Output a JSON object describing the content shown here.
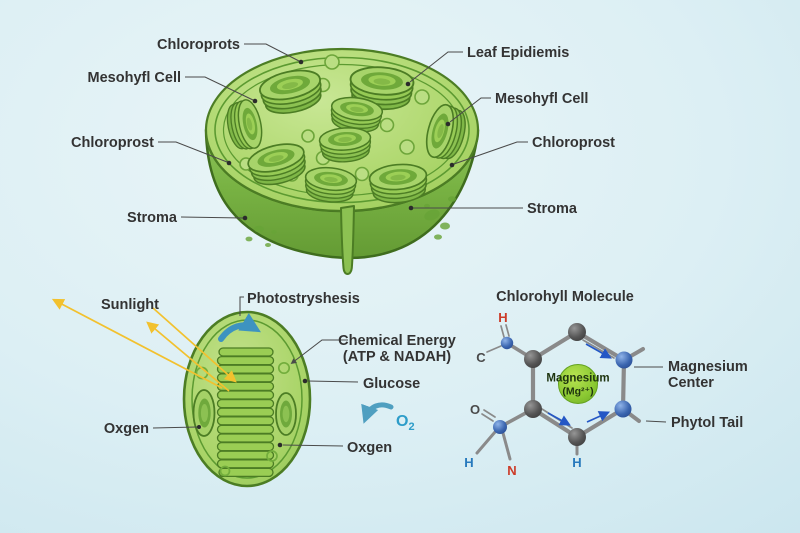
{
  "cell_diagram": {
    "labels": {
      "chloroprots": "Chloroprots",
      "mesohyfl_cell_left": "Mesohyfl Cell",
      "chloroprost_left": "Chloroprost",
      "stroma_left": "Stroma",
      "leaf_epidiemis": "Leaf Epidiemis",
      "mesohyfl_cell_right": "Mesohyfl Cell",
      "chloroprost_right": "Chloroprost",
      "stroma_right": "Stroma"
    }
  },
  "photosynthesis_diagram": {
    "labels": {
      "sunlight": "Sunlight",
      "photostryshesis": "Photostryshesis",
      "chemical_energy_line1": "Chemical Energy",
      "chemical_energy_line2": "(ATP & NADAH)",
      "glucose": "Glucose",
      "oxgen_left": "Oxgen",
      "oxgen_right": "Oxgen",
      "o2_main": "O",
      "o2_sub": "2"
    }
  },
  "molecule_diagram": {
    "title": "Chlorohyll Molecule",
    "center_label_line1": "Magnesium",
    "center_label_line2": "(Mg²⁺)",
    "labels": {
      "magnesium_center_line1": "Magnesium",
      "magnesium_center_line2": "Center",
      "phytol_tail": "Phytol Tail"
    },
    "atoms": {
      "h_top": "H",
      "c_left": "C",
      "o_left": "O",
      "h_bottom_left": "H",
      "n_bottom": "N",
      "h_bottom_center": "H"
    }
  },
  "colors": {
    "background_center": "#e9f5f7",
    "background_edge": "#b9dce8",
    "cell_green": "#8cc152",
    "cell_light_green": "#b9dd80",
    "outline_green": "#3f6d1e",
    "label_text": "#333333",
    "leader_line": "#4a4a4a",
    "sunlight_yellow": "#f2c12e",
    "flow_arrow_blue": "#3d93c0",
    "o2_blue": "#2d9dc9",
    "resonance_arrow_blue": "#2457c5",
    "magnesium_green": "#8ac832",
    "atom_red": "#cc3b28",
    "atom_blue": "#2779bd",
    "bond_gray": "#8a8a8a"
  }
}
